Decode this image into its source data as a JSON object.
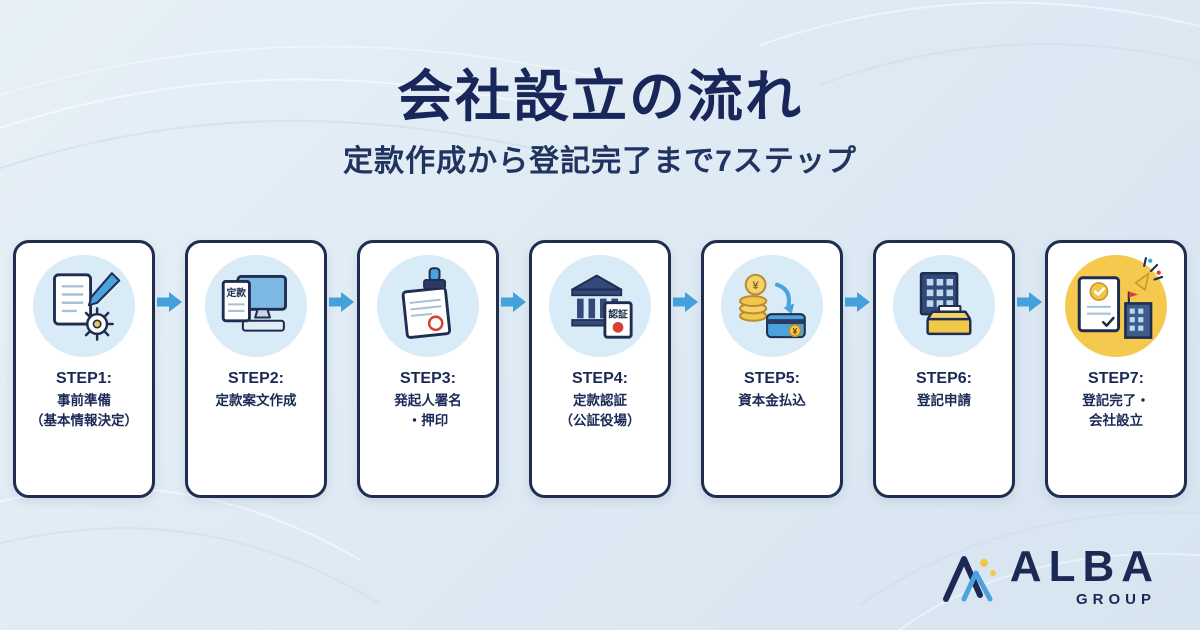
{
  "header": {
    "title": "会社設立の流れ",
    "subtitle": "定款作成から登記完了まで7ステップ"
  },
  "steps": [
    {
      "label": "STEP1:",
      "desc": "事前準備\n（基本情報決定）"
    },
    {
      "label": "STEP2:",
      "desc": "定款案文作成"
    },
    {
      "label": "STEP3:",
      "desc": "発起人署名\n・押印"
    },
    {
      "label": "STEP4:",
      "desc": "定款認証\n（公証役場）"
    },
    {
      "label": "STEP5:",
      "desc": "資本金払込"
    },
    {
      "label": "STEP6:",
      "desc": "登記申請"
    },
    {
      "label": "STEP7:",
      "desc": "登記完了・\n会社設立"
    }
  ],
  "icon_labels": {
    "step2_doc": "定款",
    "step4_doc": "認証",
    "yen": "¥"
  },
  "logo": {
    "name": "ALBA",
    "sub": "GROUP"
  },
  "colors": {
    "background": "#dde9f3",
    "title_navy": "#18265a",
    "card_border": "#1e2d50",
    "arrow_blue": "#45a1dc",
    "icon_circle_blue": "#d9ebf7",
    "accent_yellow": "#f2c84b",
    "seal_red": "#d6402f"
  }
}
